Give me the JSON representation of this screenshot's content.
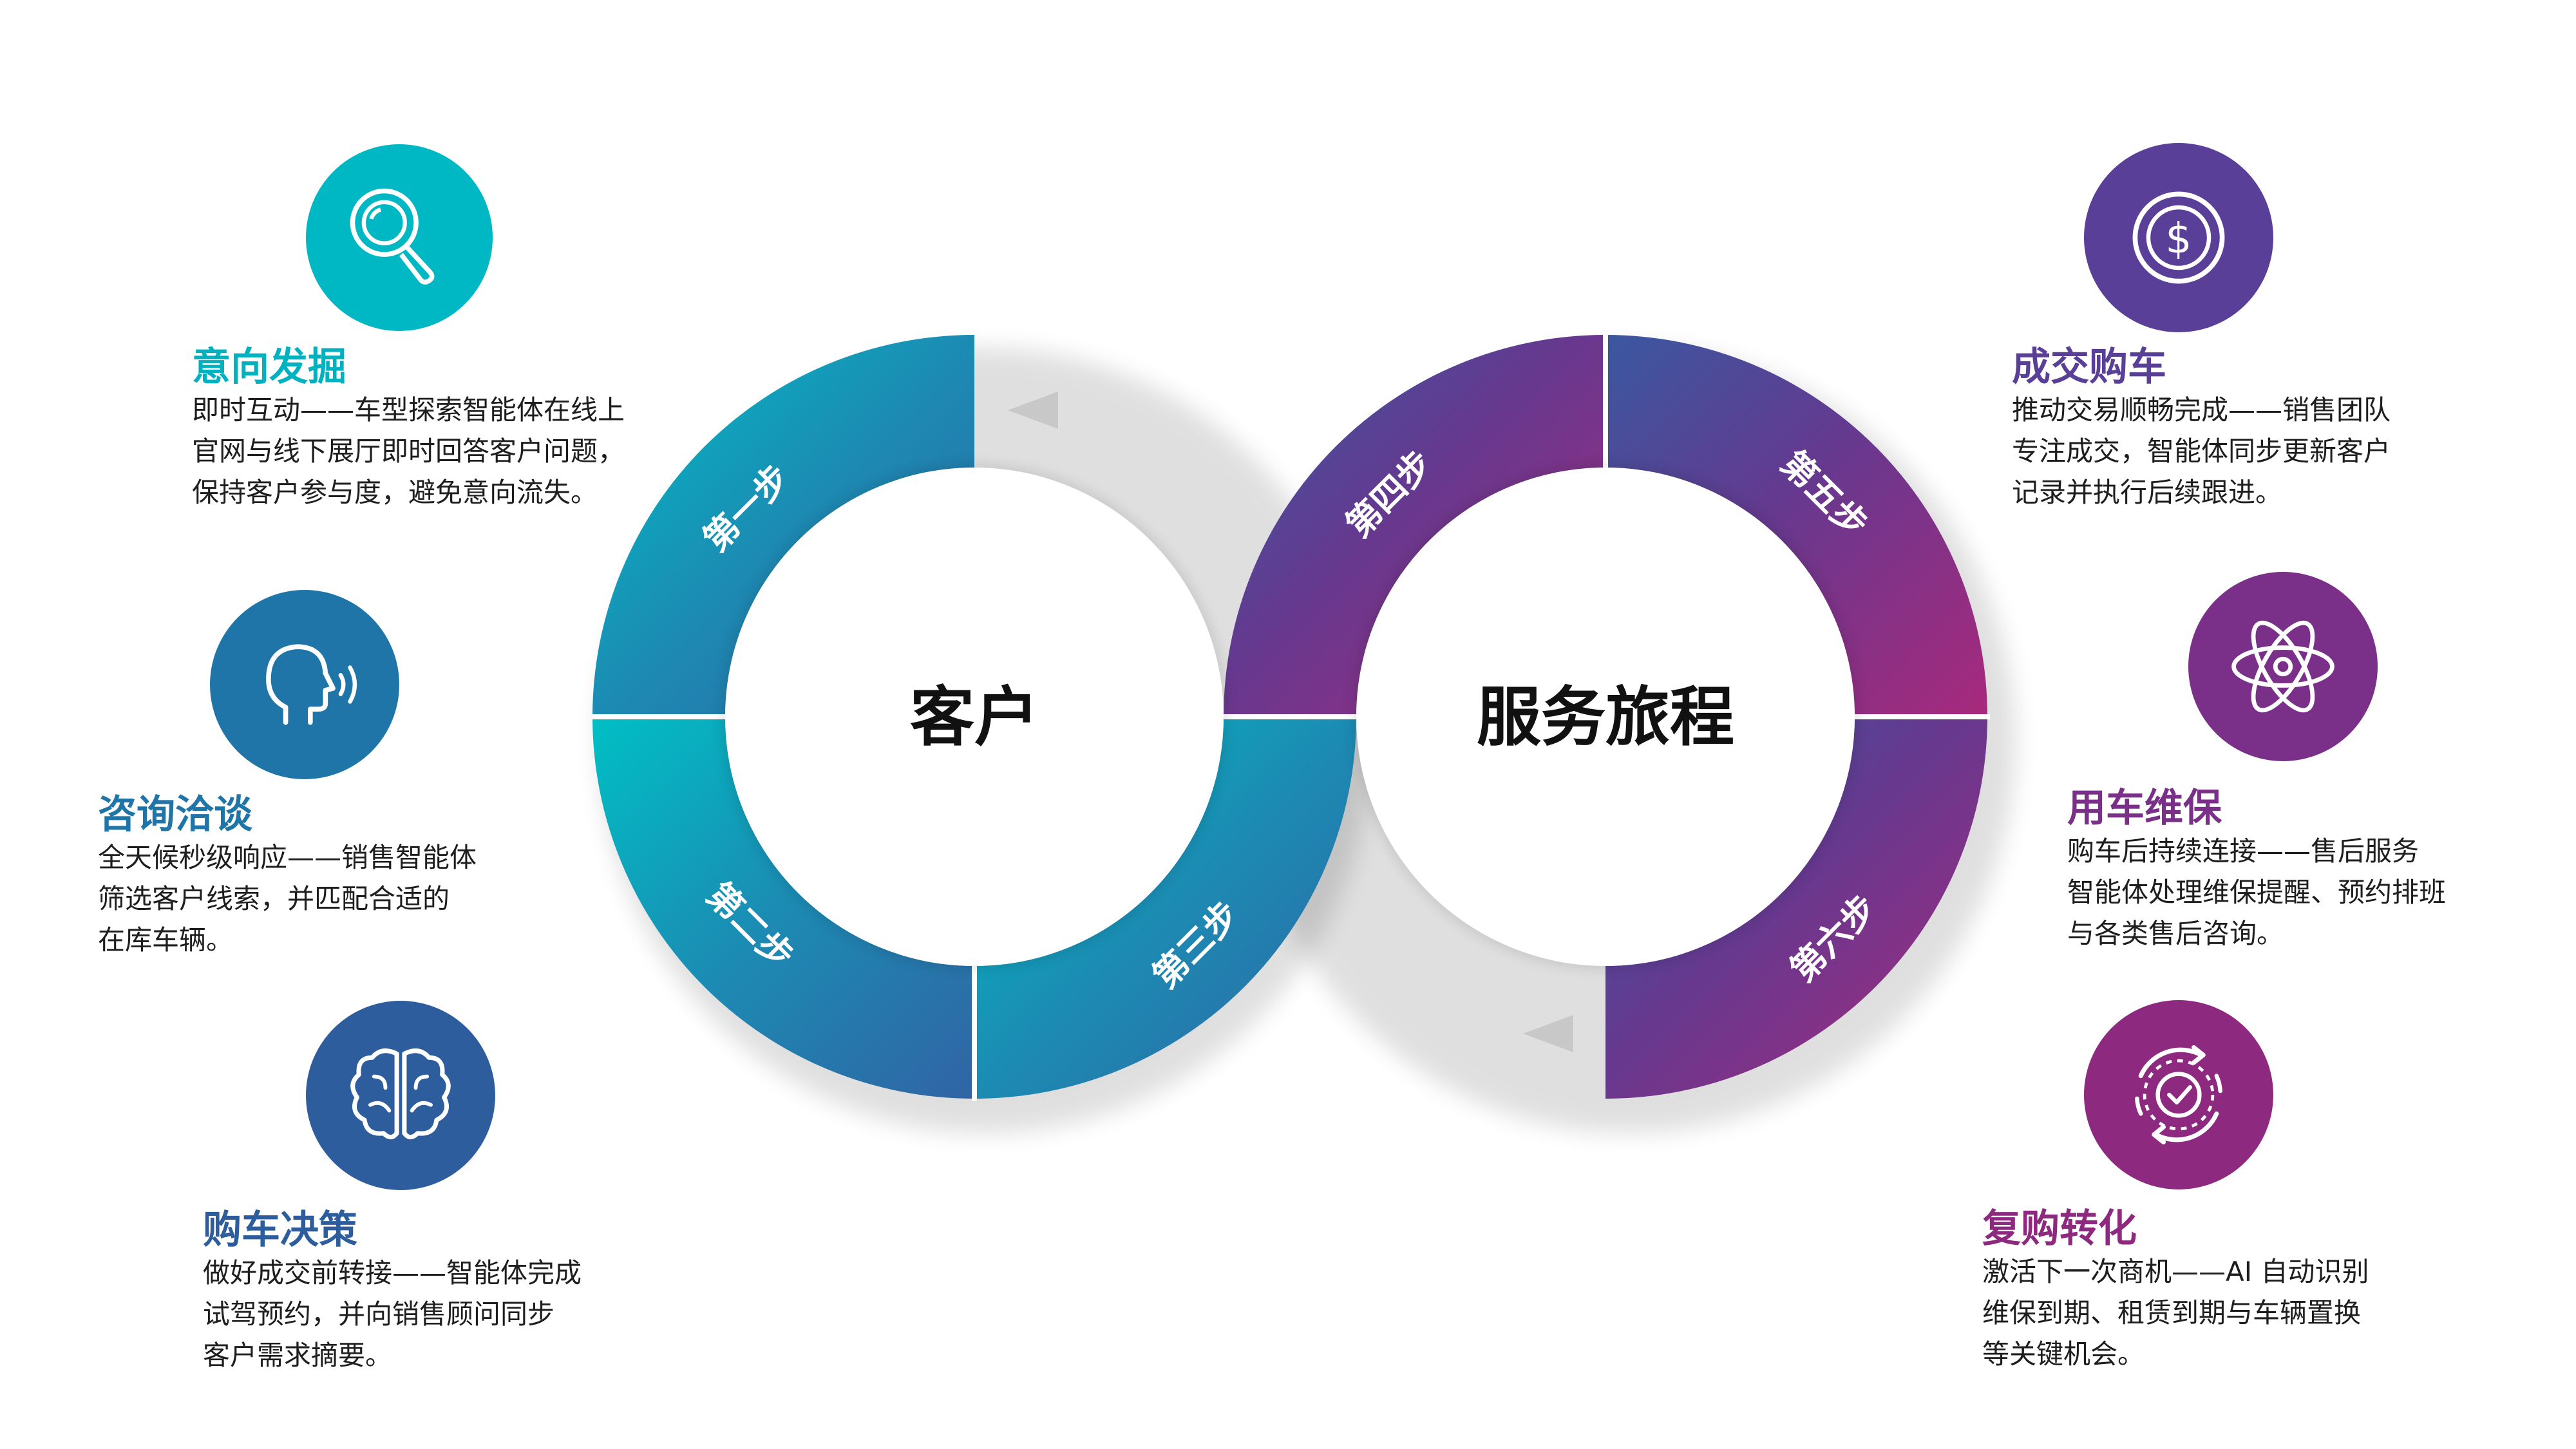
{
  "center": {
    "left_label": "客户",
    "right_label": "服务旅程"
  },
  "steps": [
    {
      "label": "第一步"
    },
    {
      "label": "第二步"
    },
    {
      "label": "第三步"
    },
    {
      "label": "第四步"
    },
    {
      "label": "第五步"
    },
    {
      "label": "第六步"
    }
  ],
  "stages": [
    {
      "title": "意向发掘",
      "lines": [
        "即时互动——车型探索智能体在线上",
        "官网与线下展厅即时回答客户问题，",
        "保持客户参与度，避免意向流失。"
      ],
      "icon": "magnifier-icon",
      "color": "#00b8c4"
    },
    {
      "title": "咨询洽谈",
      "lines": [
        "全天候秒级响应——销售智能体",
        "筛选客户线索，并匹配合适的",
        "在库车辆。"
      ],
      "icon": "speaking-head-icon",
      "color": "#1f74a8"
    },
    {
      "title": "购车决策",
      "lines": [
        "做好成交前转接——智能体完成",
        "试驾预约，并向销售顾问同步",
        "客户需求摘要。"
      ],
      "icon": "brain-icon",
      "color": "#2d5d9d"
    },
    {
      "title": "成交购车",
      "lines": [
        "推动交易顺畅完成——销售团队",
        "专注成交，智能体同步更新客户",
        "记录并执行后续跟进。"
      ],
      "icon": "dollar-icon",
      "color": "#5a3f98"
    },
    {
      "title": "用车维保",
      "lines": [
        "购车后持续连接——售后服务",
        "智能体处理维保提醒、预约排班",
        "与各类售后咨询。"
      ],
      "icon": "atom-icon",
      "color": "#7a3088"
    },
    {
      "title": "复购转化",
      "lines": [
        "激活下一次商机——AI 自动识别",
        "维保到期、租赁到期与车辆置换",
        "等关键机会。"
      ],
      "icon": "renewal-check-icon",
      "color": "#8d2a7f"
    }
  ]
}
